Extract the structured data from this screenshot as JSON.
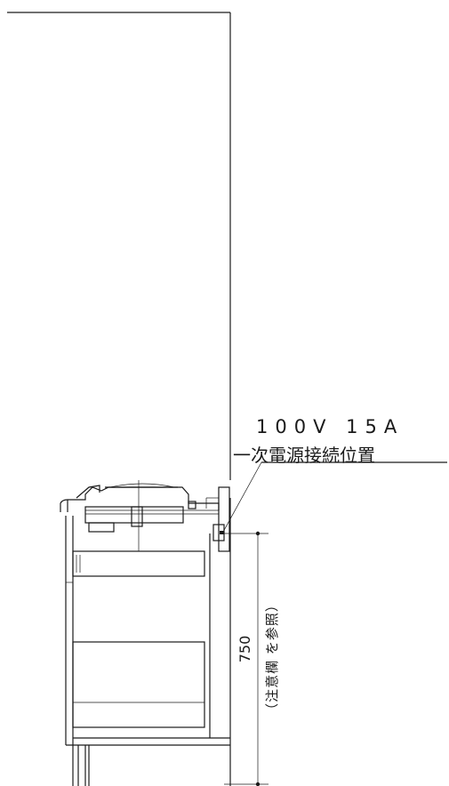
{
  "spec_label": "100V 15A",
  "location_label": "一次電源接続位置",
  "dimension": {
    "value": "750",
    "note": "（注意欄 を参照）"
  }
}
